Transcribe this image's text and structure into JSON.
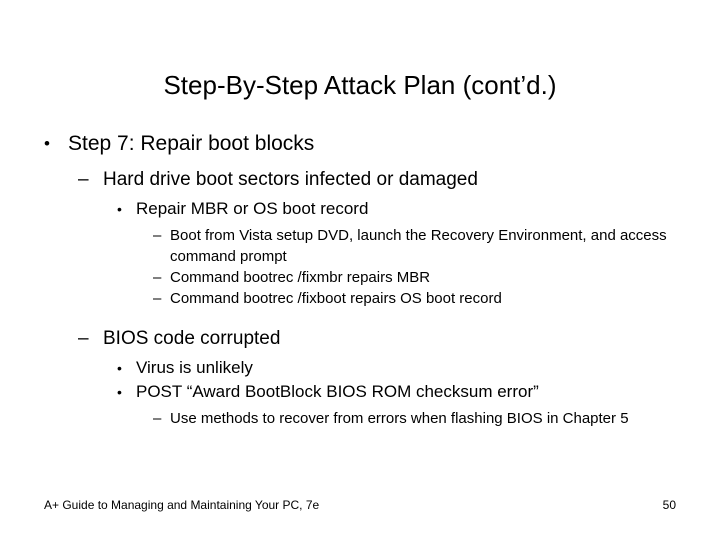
{
  "slide": {
    "title": "Step-By-Step Attack Plan (cont’d.)",
    "background_color": "#ffffff",
    "text_color": "#000000",
    "bullets": {
      "level1_mark": "•",
      "level2_mark": "–",
      "level3_mark": "•",
      "level4_mark": "–"
    },
    "content": {
      "step7": "Step 7: Repair boot blocks",
      "hard_drive_heading": "Hard drive boot sectors infected or damaged",
      "repair_mbr": "Repair MBR or OS boot record",
      "boot_vista": "Boot from Vista setup DVD, launch the Recovery Environment, and access command prompt",
      "fixmbr": "Command bootrec /fixmbr repairs MBR",
      "fixboot": "Command bootrec /fixboot repairs OS boot record",
      "bios_heading": "BIOS code corrupted",
      "virus_unlikely": "Virus is unlikely",
      "post_message": "POST “Award BootBlock BIOS ROM checksum error”",
      "use_methods": "Use methods to recover from errors when flashing BIOS in Chapter 5"
    }
  },
  "footer": {
    "text": "A+ Guide to Managing and Maintaining Your PC, 7e",
    "page_number": "50"
  }
}
